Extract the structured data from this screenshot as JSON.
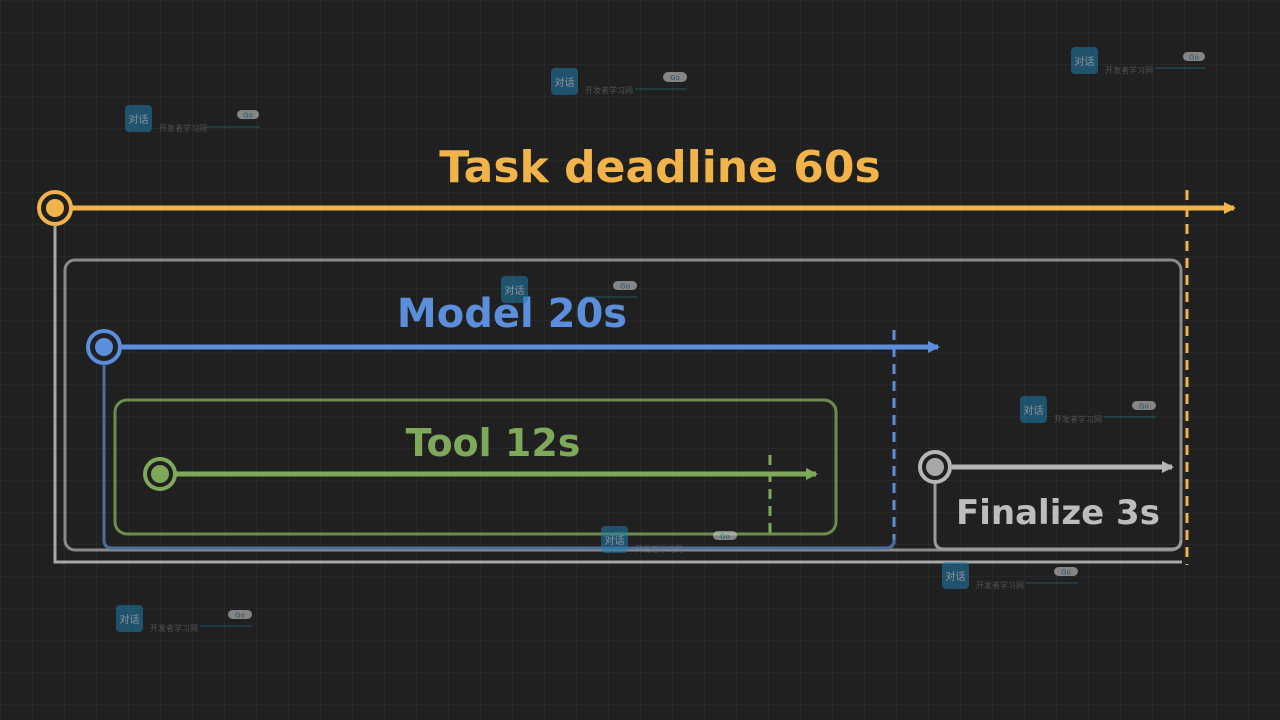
{
  "diagram": {
    "task": {
      "label": "Task deadline 60s",
      "color": "#f0b44a"
    },
    "model": {
      "label": "Model 20s",
      "color": "#5b8edb"
    },
    "tool": {
      "label": "Tool 12s",
      "color": "#7fa95a"
    },
    "finalize": {
      "label": "Finalize 3s",
      "color": "#b6b6b6"
    }
  },
  "watermark": {
    "badge_text": "Go",
    "subtitle": "开发者学习网",
    "logo_text": "对话",
    "color": "#1f7fae"
  }
}
